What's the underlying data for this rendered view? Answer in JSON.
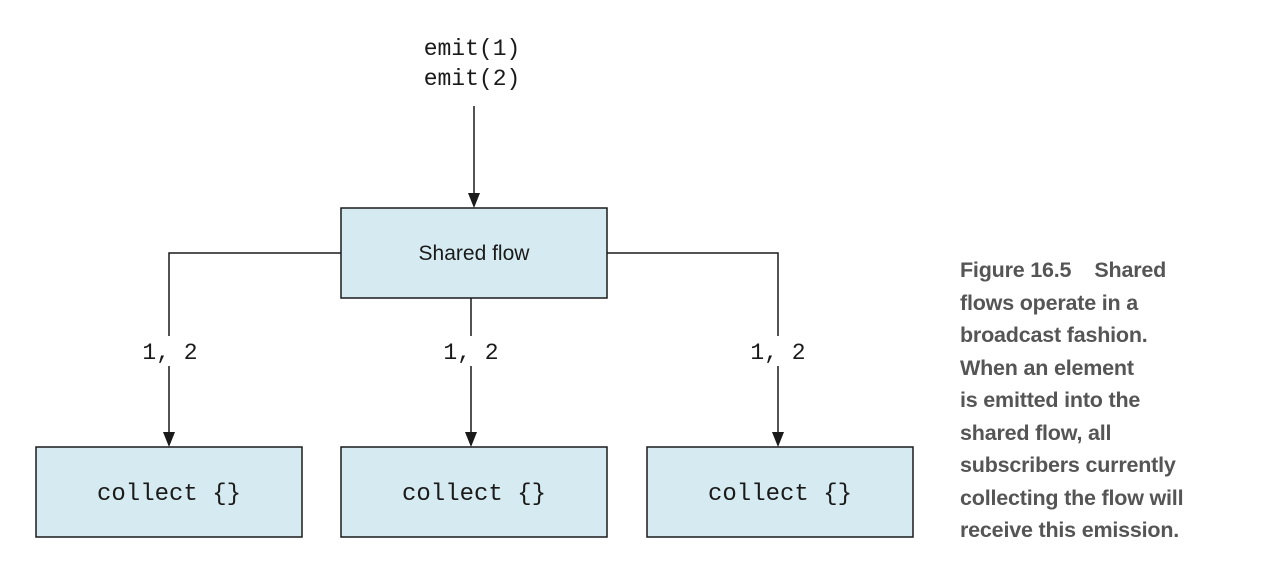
{
  "emitter": {
    "lines": [
      "emit(1)",
      "emit(2)"
    ]
  },
  "shared_flow": {
    "label": "Shared flow"
  },
  "branches": [
    {
      "edge_label": "1, 2",
      "collector_label": "collect {}"
    },
    {
      "edge_label": "1, 2",
      "collector_label": "collect {}"
    },
    {
      "edge_label": "1, 2",
      "collector_label": "collect {}"
    }
  ],
  "caption": {
    "figure_number": "Figure 16.5",
    "lines": [
      "Shared",
      "flows operate in a",
      "broadcast fashion.",
      "When an element",
      "is emitted into the",
      "shared flow, all",
      "subscribers currently",
      "collecting the flow will",
      "receive this emission."
    ]
  },
  "colors": {
    "box_fill": "#d6ebf1",
    "stroke": "#1a1a1a",
    "caption_text": "#555555"
  }
}
